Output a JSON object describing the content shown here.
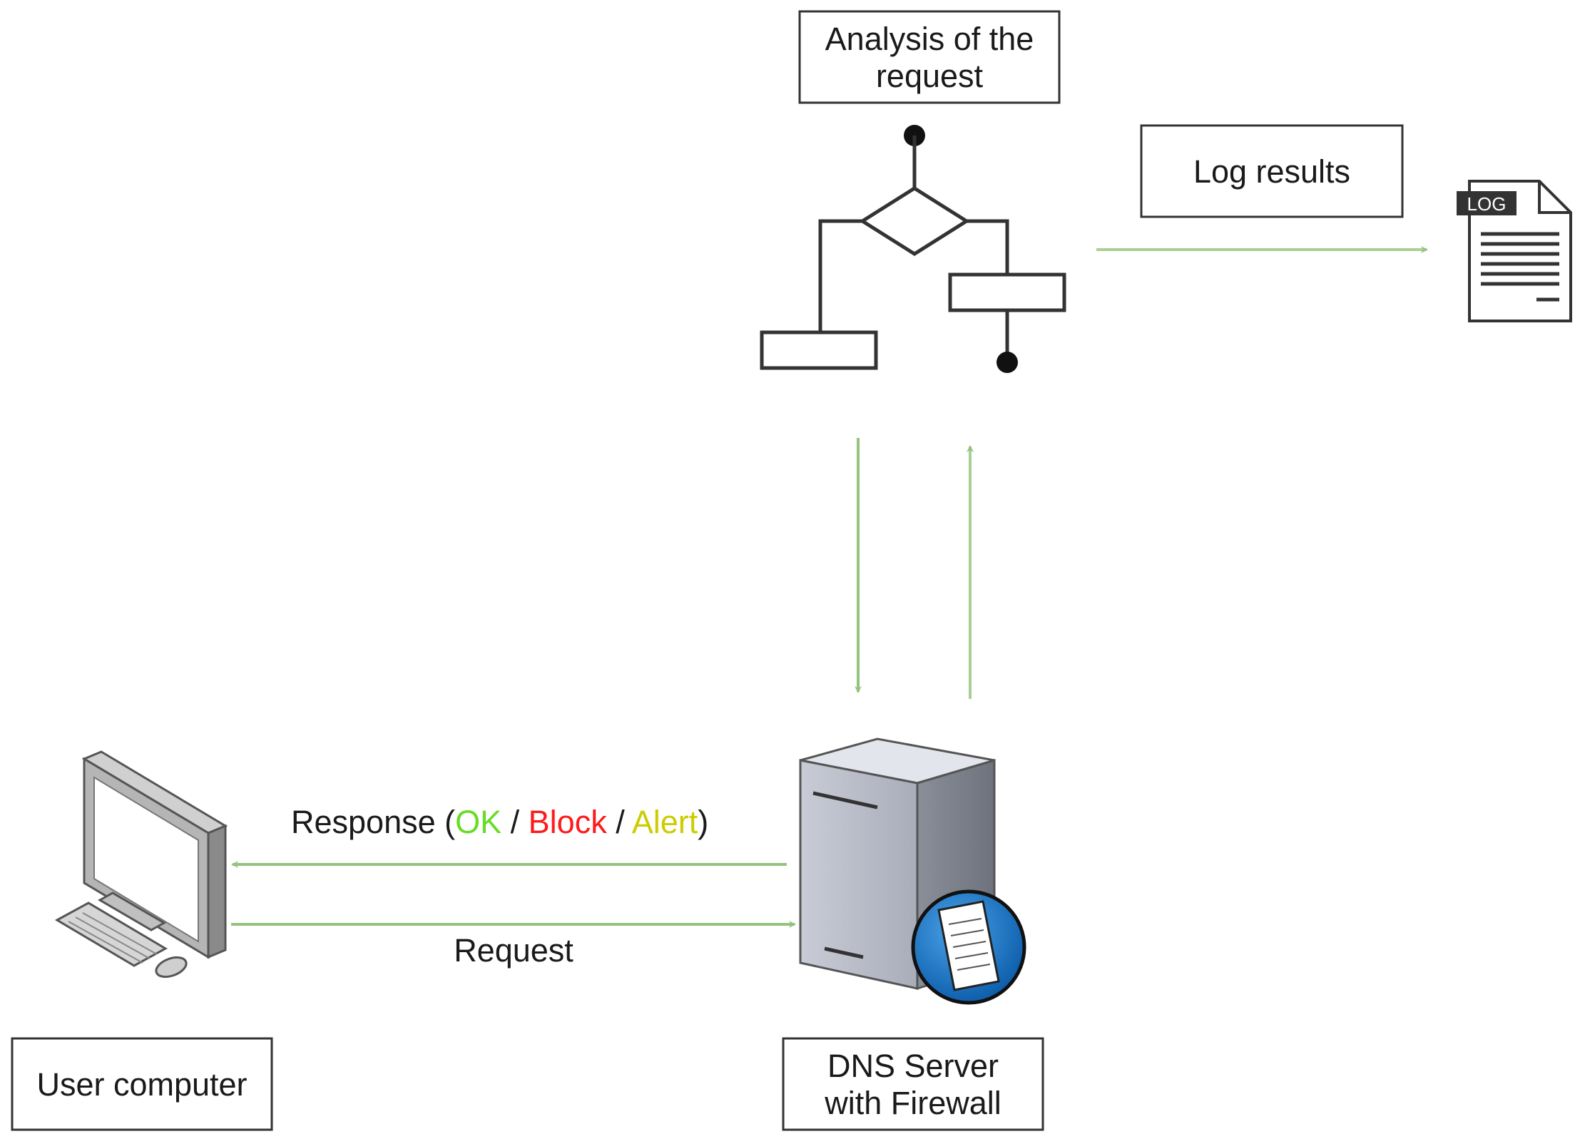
{
  "nodes": {
    "analysis": {
      "line1": "Analysis of the",
      "line2": "request"
    },
    "log_results": {
      "label": "Log results"
    },
    "log_file": {
      "tag": "LOG"
    },
    "user_computer": {
      "label": "User computer"
    },
    "dns_server": {
      "line1": "DNS Server",
      "line2": "with Firewall"
    }
  },
  "edges": {
    "response": {
      "prefix": "Response (",
      "ok": "OK",
      "sep1": " / ",
      "block": "Block",
      "sep2": " / ",
      "alert": "Alert",
      "suffix": ")"
    },
    "request": {
      "label": "Request"
    }
  },
  "colors": {
    "arrow": "#93c47d",
    "ok": "#66dd22",
    "block": "#ff1a1a",
    "alert": "#cccc00",
    "box_border": "#333333"
  },
  "icons": {
    "analysis": "flowchart-icon",
    "log_file": "log-file-icon",
    "user_computer": "desktop-computer-icon",
    "dns_server": "server-firewall-icon"
  }
}
